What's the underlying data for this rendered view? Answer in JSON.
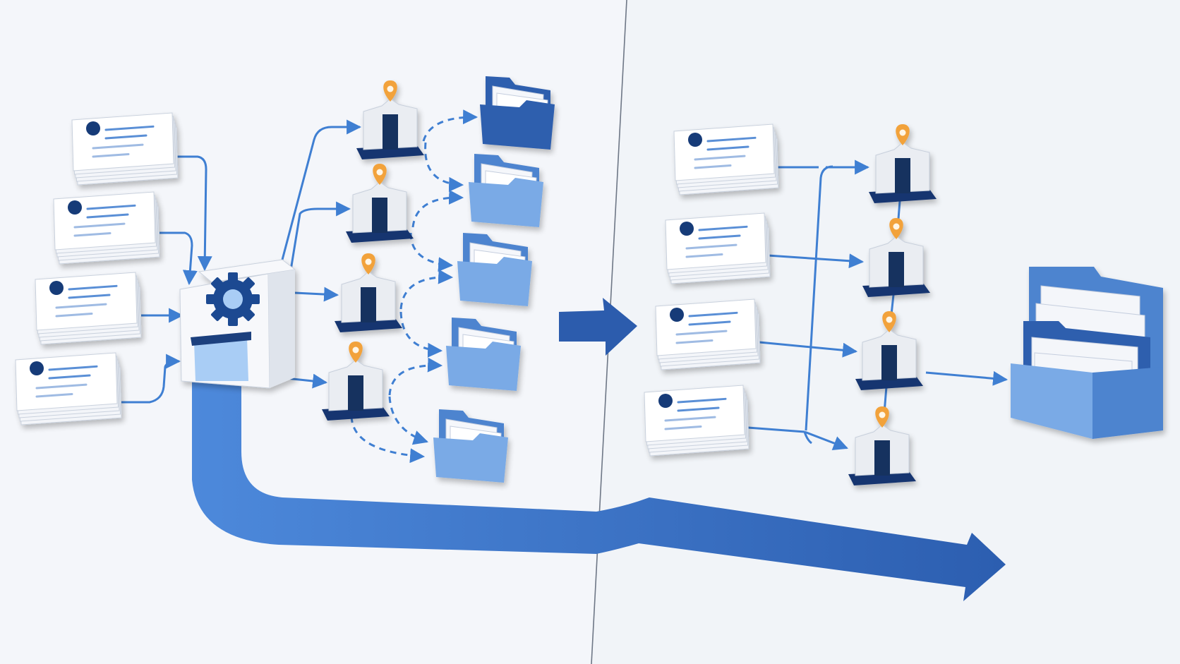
{
  "colors": {
    "background": "#eef1f6",
    "panel_left": "#f4f6fa",
    "panel_right": "#f1f4f8",
    "divider": "#6e7786",
    "card": "#ffffff",
    "card_edge": "#c9d1dd",
    "card_dot": "#173a78",
    "card_line": "#5a8fd6",
    "card_line_light": "#9fbbe3",
    "processor_body": "#f7f8fb",
    "processor_dark": "#1e3f7e",
    "processor_window": "#a9cdf5",
    "gear": "#1e4a91",
    "building_wall": "#eaedf2",
    "building_door": "#16305f",
    "building_base": "#17356f",
    "pin": "#f2a23a",
    "folder_dark": "#2f5fae",
    "folder_mid": "#4d84cf",
    "folder_light": "#7aaae6",
    "connector": "#3f7fd2",
    "flow_band_start": "#4d89db",
    "flow_band_end": "#2c5eb0",
    "mid_arrow": "#2c5cad"
  },
  "left_section": {
    "card_stacks": [
      "card-stack",
      "card-stack",
      "card-stack",
      "card-stack"
    ],
    "processor": "processing-box-with-gear",
    "buildings": [
      "building-pin",
      "building-pin",
      "building-pin",
      "building-pin"
    ],
    "folders": [
      "folder-dark",
      "folder-light",
      "folder-light",
      "folder-light",
      "folder-light"
    ]
  },
  "right_section": {
    "card_stacks": [
      "card-stack",
      "card-stack",
      "card-stack",
      "card-stack"
    ],
    "buildings": [
      "building-pin",
      "building-pin",
      "building-pin",
      "building-pin"
    ],
    "archive": "large-folder-archive"
  },
  "icons": [
    "gear-icon",
    "location-pin-icon",
    "folder-icon",
    "document-card-icon",
    "arrow-right-icon"
  ]
}
